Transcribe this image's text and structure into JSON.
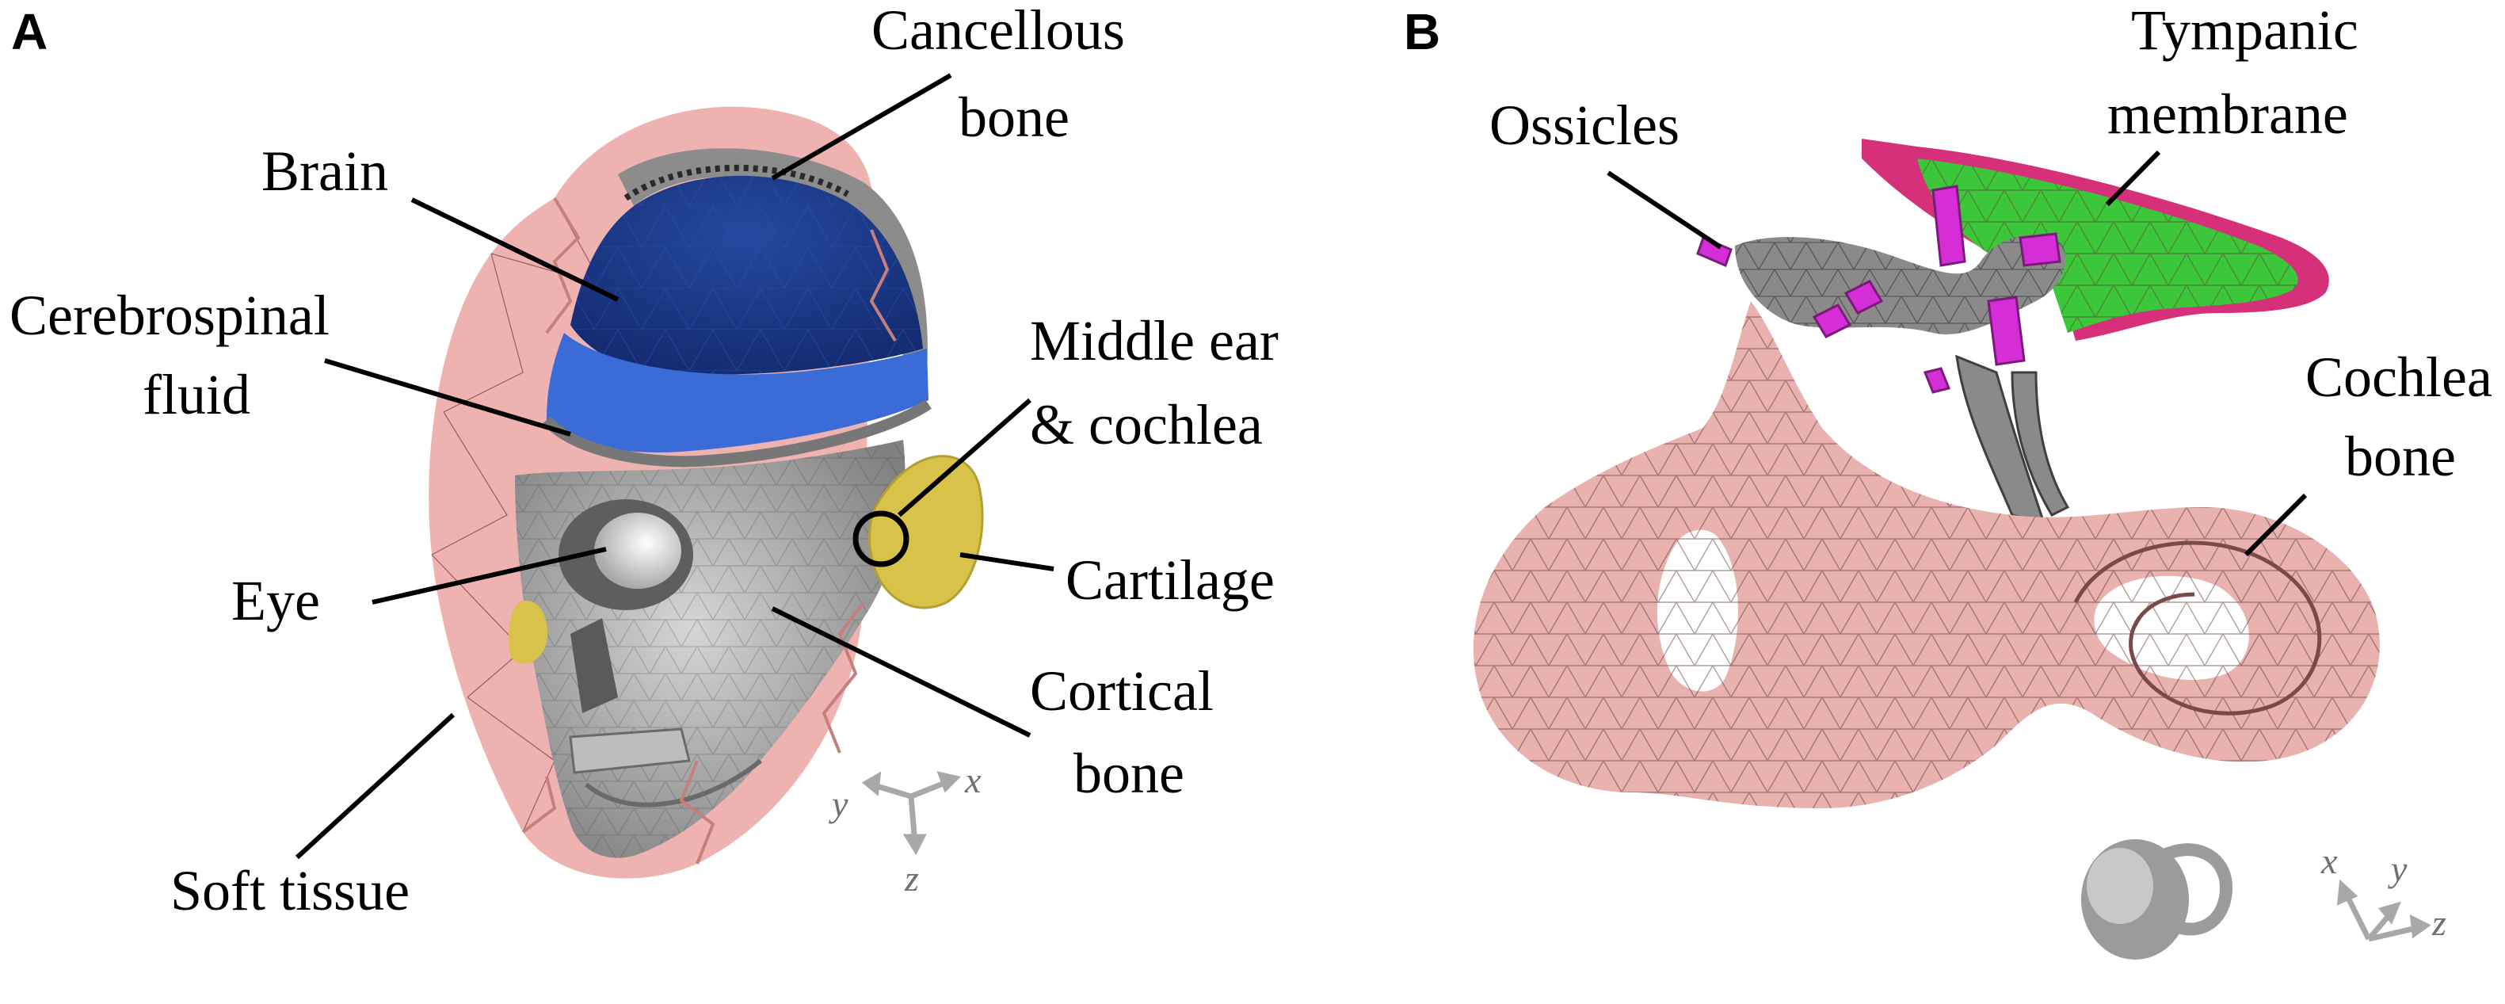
{
  "panels": {
    "a": {
      "letter": "A"
    },
    "b": {
      "letter": "B"
    }
  },
  "panel_a": {
    "labels": {
      "cancellous_line1": "Cancellous",
      "cancellous_line2": "bone",
      "brain": "Brain",
      "csf_line1": "Cerebrospinal",
      "csf_line2": "fluid",
      "middle_ear_line1": "Middle ear",
      "middle_ear_line2": "& cochlea",
      "cartilage": "Cartilage",
      "eye": "Eye",
      "cortical_line1": "Cortical",
      "cortical_line2": "bone",
      "soft_tissue": "Soft tissue"
    },
    "axes": {
      "x": "x",
      "y": "y",
      "z": "z"
    }
  },
  "panel_b": {
    "labels": {
      "tympanic_line1": "Tympanic",
      "tympanic_line2": "membrane",
      "ossicles": "Ossicles",
      "cochlea_line1": "Cochlea",
      "cochlea_line2": "bone"
    },
    "axes": {
      "x": "x",
      "y": "y",
      "z": "z"
    }
  },
  "colors": {
    "soft_tissue": "#eeb3b0",
    "brain": "#1e3f9a",
    "csf": "#3b6bd6",
    "cortical_bone": "#a9a9a9",
    "cancellous_bone": "#8c8c8c",
    "eye": "#f2f2f2",
    "cartilage": "#d9c24a",
    "cochlea_bone": "#e9b2ae",
    "ossicles": "#8a8a8a",
    "tympanic_membrane": "#3cc73a",
    "tympanic_rim": "#d6307a",
    "ligaments": "#d52ed6",
    "axis_gray": "#a8a8a8"
  }
}
